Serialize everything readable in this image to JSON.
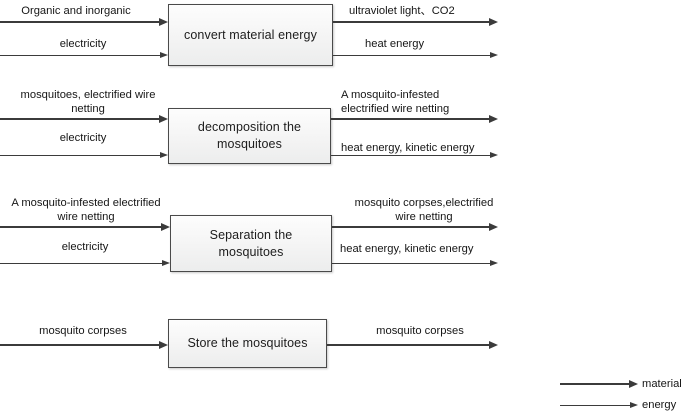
{
  "diagram": {
    "title": "Mosquito processing IDEF0-style functional flow diagram",
    "line_color": "#3b3b3b",
    "box_border_color": "#4a4a4a",
    "box_fill_color": "#f4f4f4",
    "blocks": [
      {
        "id": "convert",
        "label": "convert material energy",
        "inputs": {
          "material": "Organic and inorganic",
          "energy": "electricity"
        },
        "outputs": {
          "material": "ultraviolet light、CO2",
          "energy": "heat energy"
        }
      },
      {
        "id": "decomposition",
        "label": "decomposition the\nmosquitoes",
        "inputs": {
          "material": "mosquitoes, electrified wire\nnetting",
          "energy": "electricity"
        },
        "outputs": {
          "material": "A mosquito-infested\nelectrified wire netting",
          "energy": "heat energy, kinetic energy"
        }
      },
      {
        "id": "separation",
        "label": "Separation  the mosquitoes",
        "inputs": {
          "material": "A mosquito-infested electrified\nwire netting",
          "energy": "electricity"
        },
        "outputs": {
          "material": "mosquito corpses,electrified\nwire netting",
          "energy": "heat energy, kinetic energy"
        }
      },
      {
        "id": "store",
        "label": "Store the mosquitoes",
        "inputs": {
          "material": "mosquito corpses"
        },
        "outputs": {
          "material": "mosquito corpses"
        }
      }
    ],
    "legend": {
      "material_label": "material",
      "energy_label": "energy"
    }
  }
}
